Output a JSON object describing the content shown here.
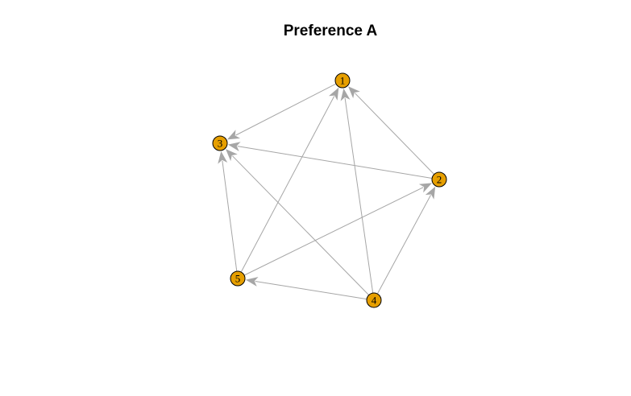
{
  "title": "Preference A",
  "colors": {
    "node_fill": "#E69F00",
    "node_stroke": "#000000",
    "edge": "#A6A6A6",
    "label": "#000000"
  },
  "graph": {
    "directed": true,
    "nodes": [
      "1",
      "2",
      "3",
      "4",
      "5"
    ],
    "edges": [
      {
        "from": "1",
        "to": "3"
      },
      {
        "from": "2",
        "to": "1"
      },
      {
        "from": "2",
        "to": "3"
      },
      {
        "from": "4",
        "to": "1"
      },
      {
        "from": "4",
        "to": "2"
      },
      {
        "from": "4",
        "to": "3"
      },
      {
        "from": "4",
        "to": "5"
      },
      {
        "from": "5",
        "to": "1"
      },
      {
        "from": "5",
        "to": "2"
      },
      {
        "from": "5",
        "to": "3"
      }
    ]
  }
}
